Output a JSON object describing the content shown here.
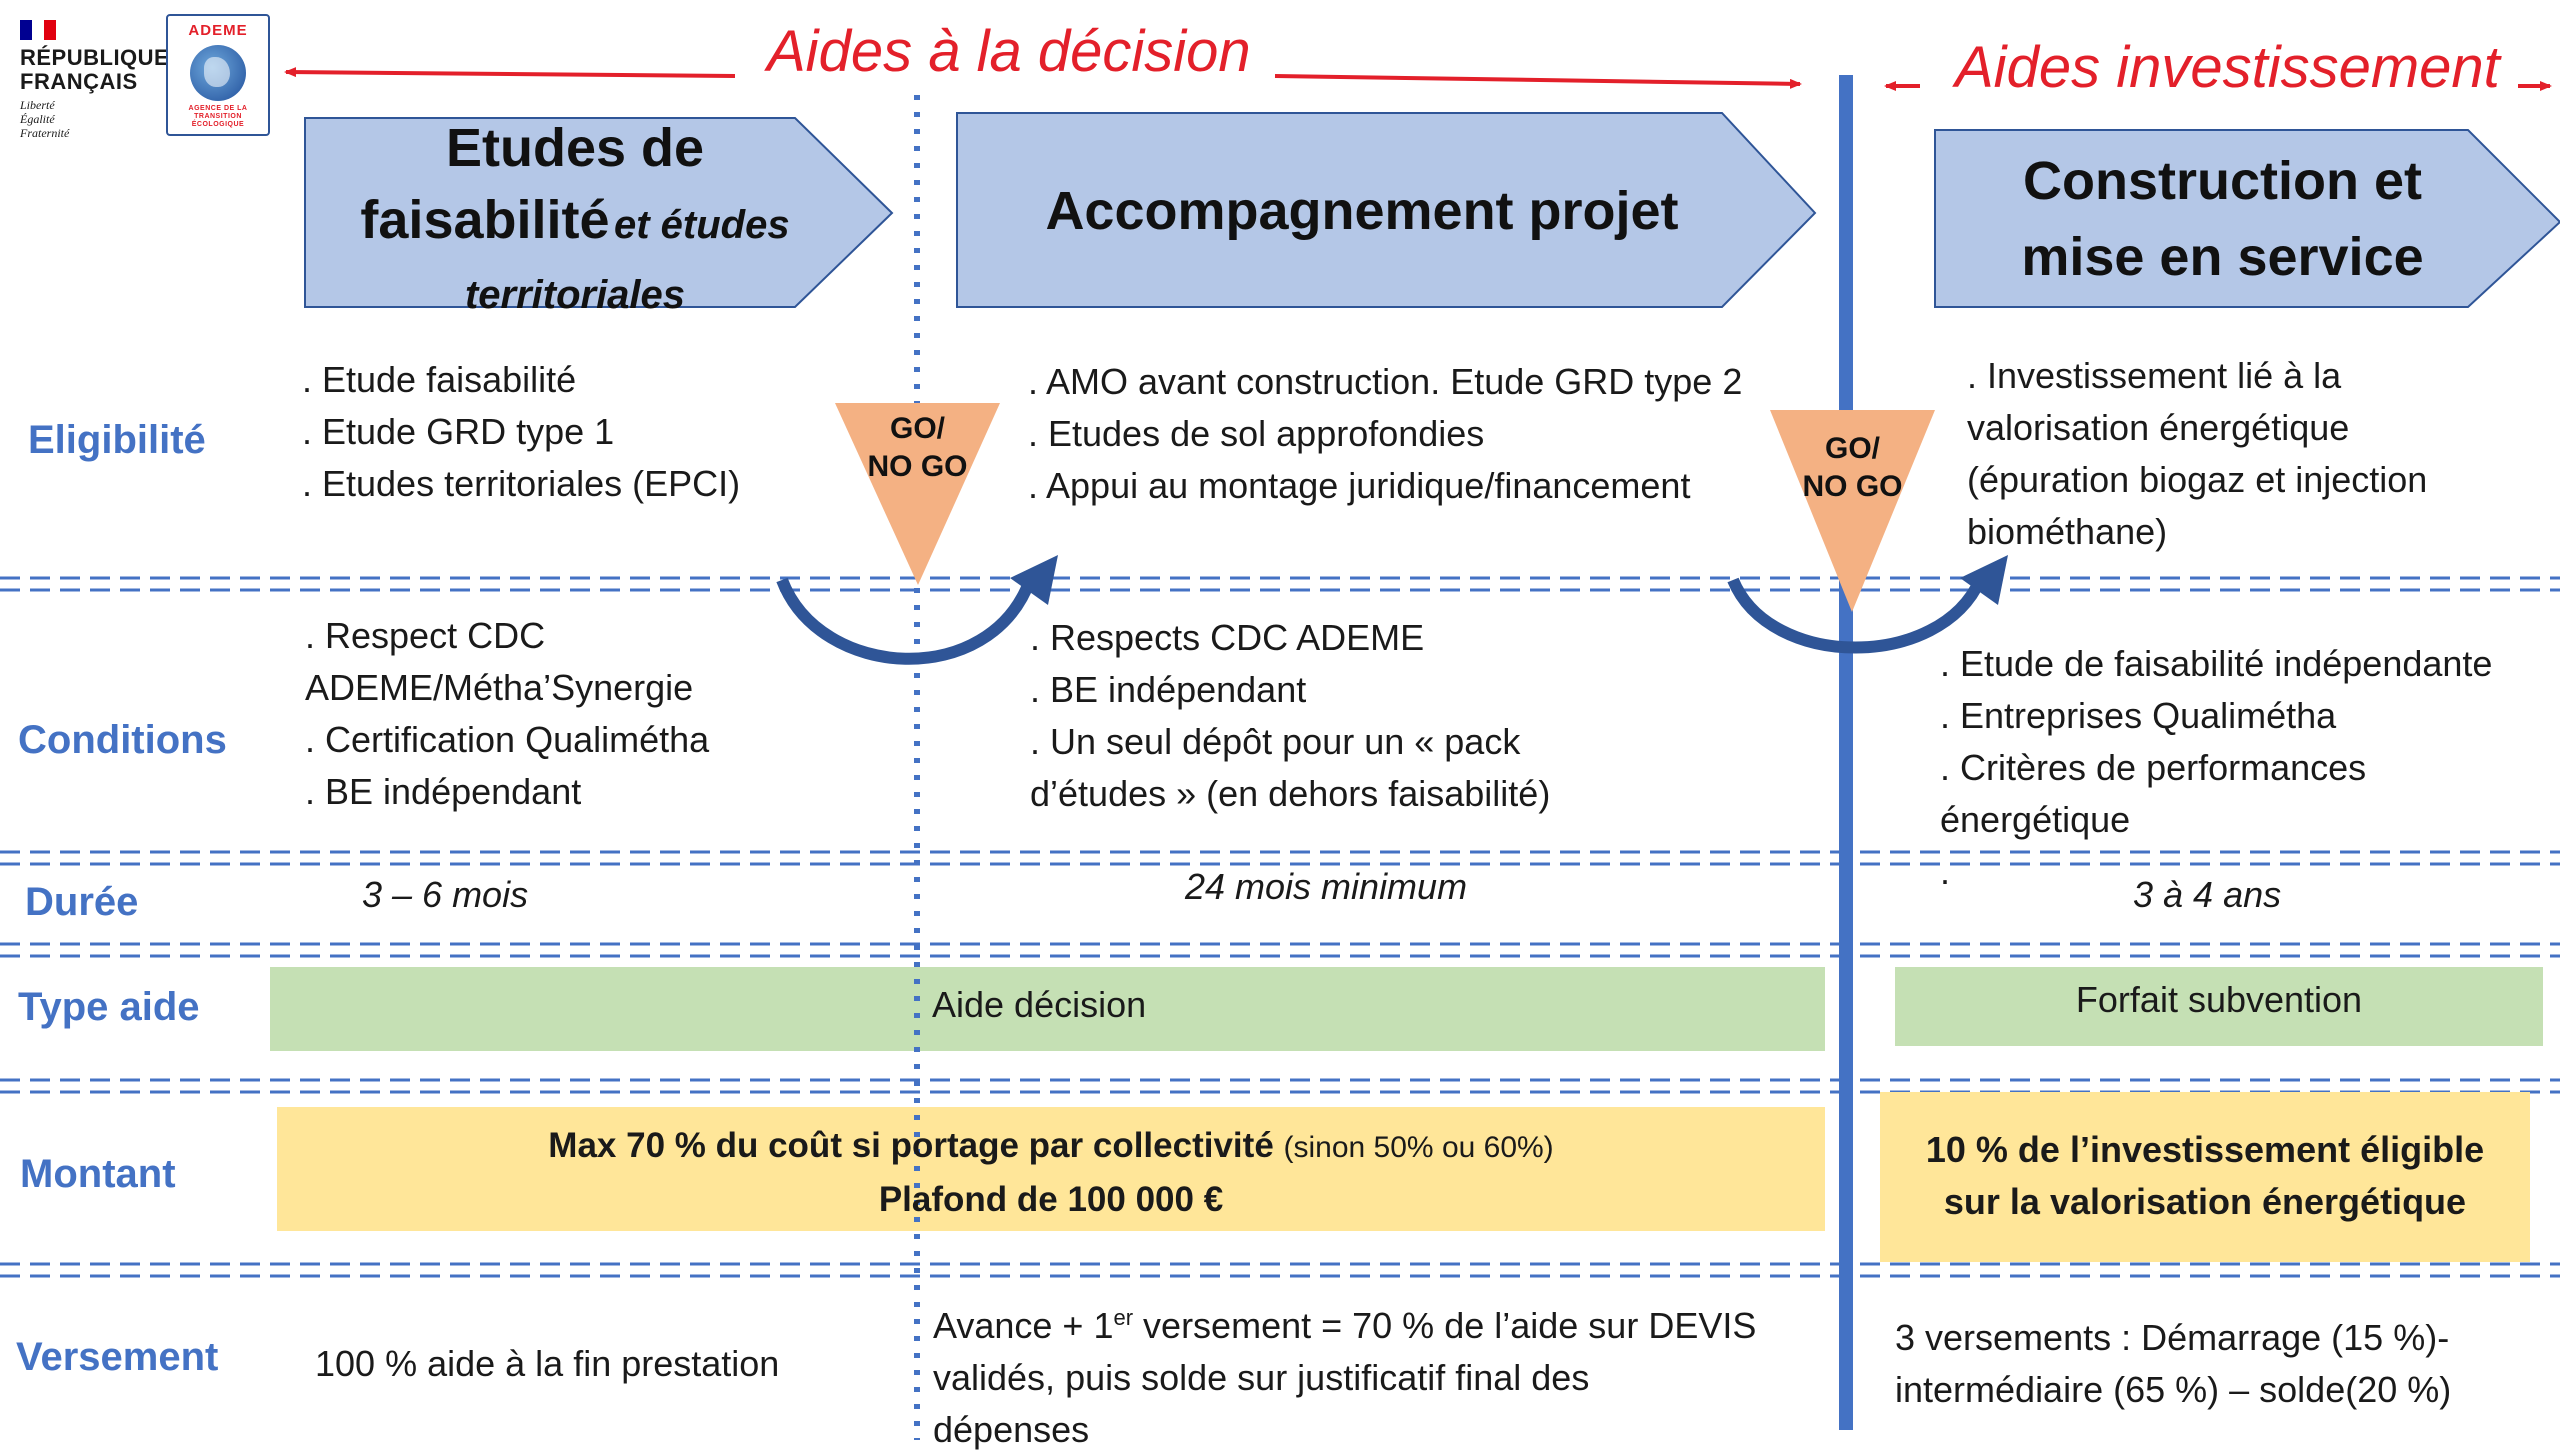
{
  "logos": {
    "rf_title_line1": "RÉPUBLIQUE",
    "rf_title_line2": "FRANÇAIS",
    "rf_motto": [
      "Liberté",
      "Égalité",
      "Fraternité"
    ],
    "ademe_name": "ADEME",
    "ademe_tagline": [
      "AGENCE DE LA",
      "TRANSITION",
      "ÉCOLOGIQUE"
    ]
  },
  "top_titles": {
    "decision": "Aides à la décision",
    "investment": "Aides investissement"
  },
  "phases": [
    {
      "title_main": "Etudes de",
      "title_line2_bold": "faisabilité",
      "title_line2_italic": "et études",
      "title_line3_italic": "territoriales"
    },
    {
      "title": "Accompagnement projet"
    },
    {
      "title_line1": "Construction et",
      "title_line2": "mise en service"
    }
  ],
  "gonogo": {
    "line1": "GO/",
    "line2": "NO GO"
  },
  "rows": {
    "eligibilite": {
      "label": "Eligibilité",
      "col1": [
        ". Etude faisabilité",
        ". Etude GRD type 1",
        ". Etudes territoriales (EPCI)"
      ],
      "col2": [
        ". AMO avant construction. Etude GRD type 2",
        ". Etudes de sol approfondies",
        ". Appui au montage juridique/financement"
      ],
      "col3": [
        ". Investissement lié à la",
        "valorisation énergétique",
        "(épuration biogaz  et injection",
        "biométhane)"
      ]
    },
    "conditions": {
      "label": "Conditions",
      "col1": [
        ". Respect CDC",
        "ADEME/Métha’Synergie",
        ". Certification Qualimétha",
        ". BE indépendant"
      ],
      "col2": [
        ". Respects CDC ADEME",
        ". BE indépendant",
        ". Un seul dépôt pour un « pack",
        "d’études » (en dehors faisabilité)"
      ],
      "col3": [
        ". Etude de faisabilité indépendante",
        ". Entreprises Qualimétha",
        ". Critères de performances",
        "énergétique",
        "."
      ]
    },
    "duree": {
      "label": "Durée",
      "col1": "3 – 6 mois",
      "col2": "24 mois minimum",
      "col3": "3 à 4 ans"
    },
    "type_aide": {
      "label": "Type aide",
      "decision": "Aide décision",
      "investment": "Forfait subvention"
    },
    "montant": {
      "label": "Montant",
      "decision_bold": "Max 70 % du coût si portage par collectivité",
      "decision_small": "(sinon 50% ou 60%)",
      "decision_line2": "Plafond de 100 000 €",
      "investment_line1": "10 % de l’investissement éligible",
      "investment_line2": "sur la valorisation énergétique"
    },
    "versement": {
      "label": "Versement",
      "col1": "100 % aide à la fin prestation",
      "col2_line1_pre": "Avance + 1",
      "col2_line1_sup": "er",
      "col2_line1_post": " versement = 70 % de l’aide sur DEVIS",
      "col2_line2": "validés,   puis solde sur justificatif final des",
      "col2_line3": "dépenses",
      "col3": [
        "3 versements : Démarrage (15 %)-",
        "intermédiaire (65 %) – solde(20 %)"
      ]
    }
  },
  "colors": {
    "accent_red": "#e3202a",
    "label_blue": "#4472c4",
    "divider_blue": "#4472c4",
    "arrow_fill": "#b4c7e7",
    "arrow_stroke": "#2f5597",
    "triangle": "#f4b183",
    "band_green": "#c5e0b4",
    "band_yellow": "#ffe699"
  }
}
